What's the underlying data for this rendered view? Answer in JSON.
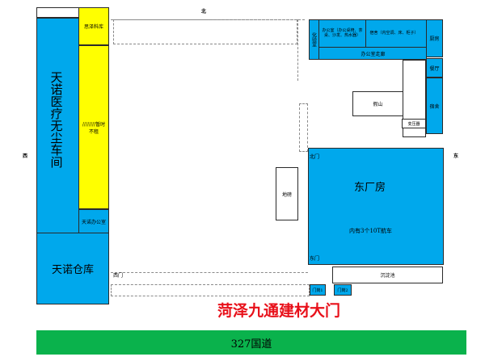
{
  "compass": {
    "north": "北",
    "west": "西",
    "east": "东"
  },
  "left": {
    "dust_free_workshop": "天诺医疗无尘车间",
    "raw_material_store": "思泽料库",
    "temporary_label": "////////暂时不租",
    "tiannuo_office": "天诺办公室",
    "warehouse": "天诺仓库"
  },
  "top_right": {
    "lab": "化验室",
    "office_sections": "办公室（办公桌椅、茶桌、沙发、热水器）",
    "dormitory": "宿舍（内空调、床、柜子）",
    "kitchen": "厨房",
    "office_corridor": "办公室走廊",
    "dining": "餐厅",
    "dorm_side": "宿舍"
  },
  "middle": {
    "rockery": "假山",
    "transformer": "变压器",
    "weighbridge": "地磅"
  },
  "east_hall": {
    "north_gate": "北门",
    "east_gate": "东门",
    "title": "东厂房",
    "crane_note": "内有3个10T航车"
  },
  "bottom": {
    "west_gate": "西门",
    "sedimentation_pool": "沉淀池",
    "guard_room_1": "门岗1",
    "guard_room_2": "门岗2",
    "main_gate": "菏泽九通建材大门",
    "road": "327国道"
  },
  "colors": {
    "blue": "#00a8ec",
    "yellow": "#ffff00",
    "green": "#0ab24c",
    "red": "#e8101a"
  }
}
